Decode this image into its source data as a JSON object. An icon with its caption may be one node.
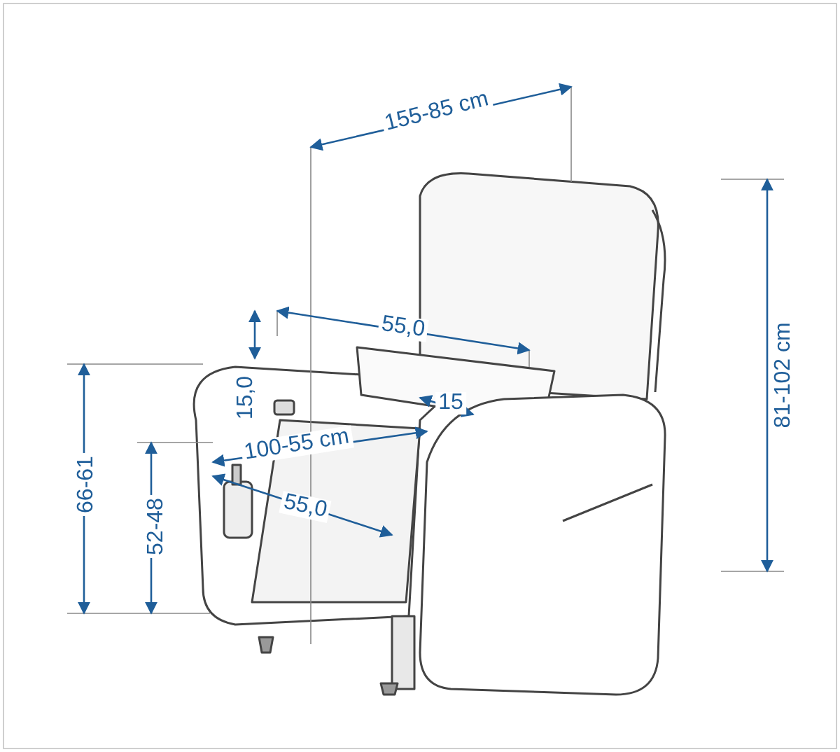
{
  "diagram": {
    "labels": [
      "155-85 cm",
      "81-102 cm",
      "55,0",
      "15,0",
      "15",
      "100-55 cm",
      "55,0",
      "66-61",
      "52-48"
    ]
  }
}
